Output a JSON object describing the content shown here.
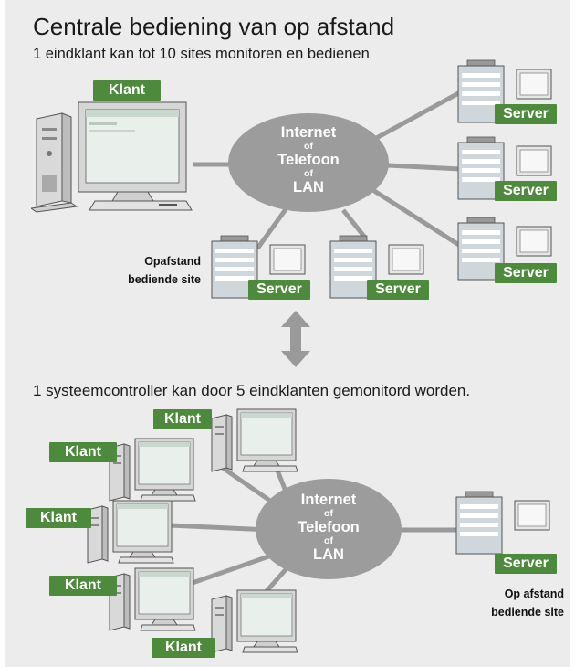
{
  "title": "Centrale bediening van op afstand",
  "subtitle_top": "1 eindklant kan tot 10 sites monitoren en bedienen",
  "subtitle_bottom": "1 systeemcontroller kan door 5 eindklanten gemonitord worden.",
  "client_label": "Klant",
  "server_label": "Server",
  "network": {
    "line1": "Internet",
    "of": "of",
    "line2": "Telefoon",
    "line3": "LAN"
  },
  "remote_site_label_top": [
    "Opafstand",
    "bediende site"
  ],
  "remote_site_label_bottom": [
    "Op afstand",
    "bediende site"
  ],
  "colors": {
    "green_tag": "#4d8a3c",
    "cloud": "#9c9c9c",
    "link": "#9a9a9a",
    "background": "#ececec"
  },
  "icons": [
    "client-computer-icon",
    "server-icon",
    "double-arrow-icon"
  ]
}
